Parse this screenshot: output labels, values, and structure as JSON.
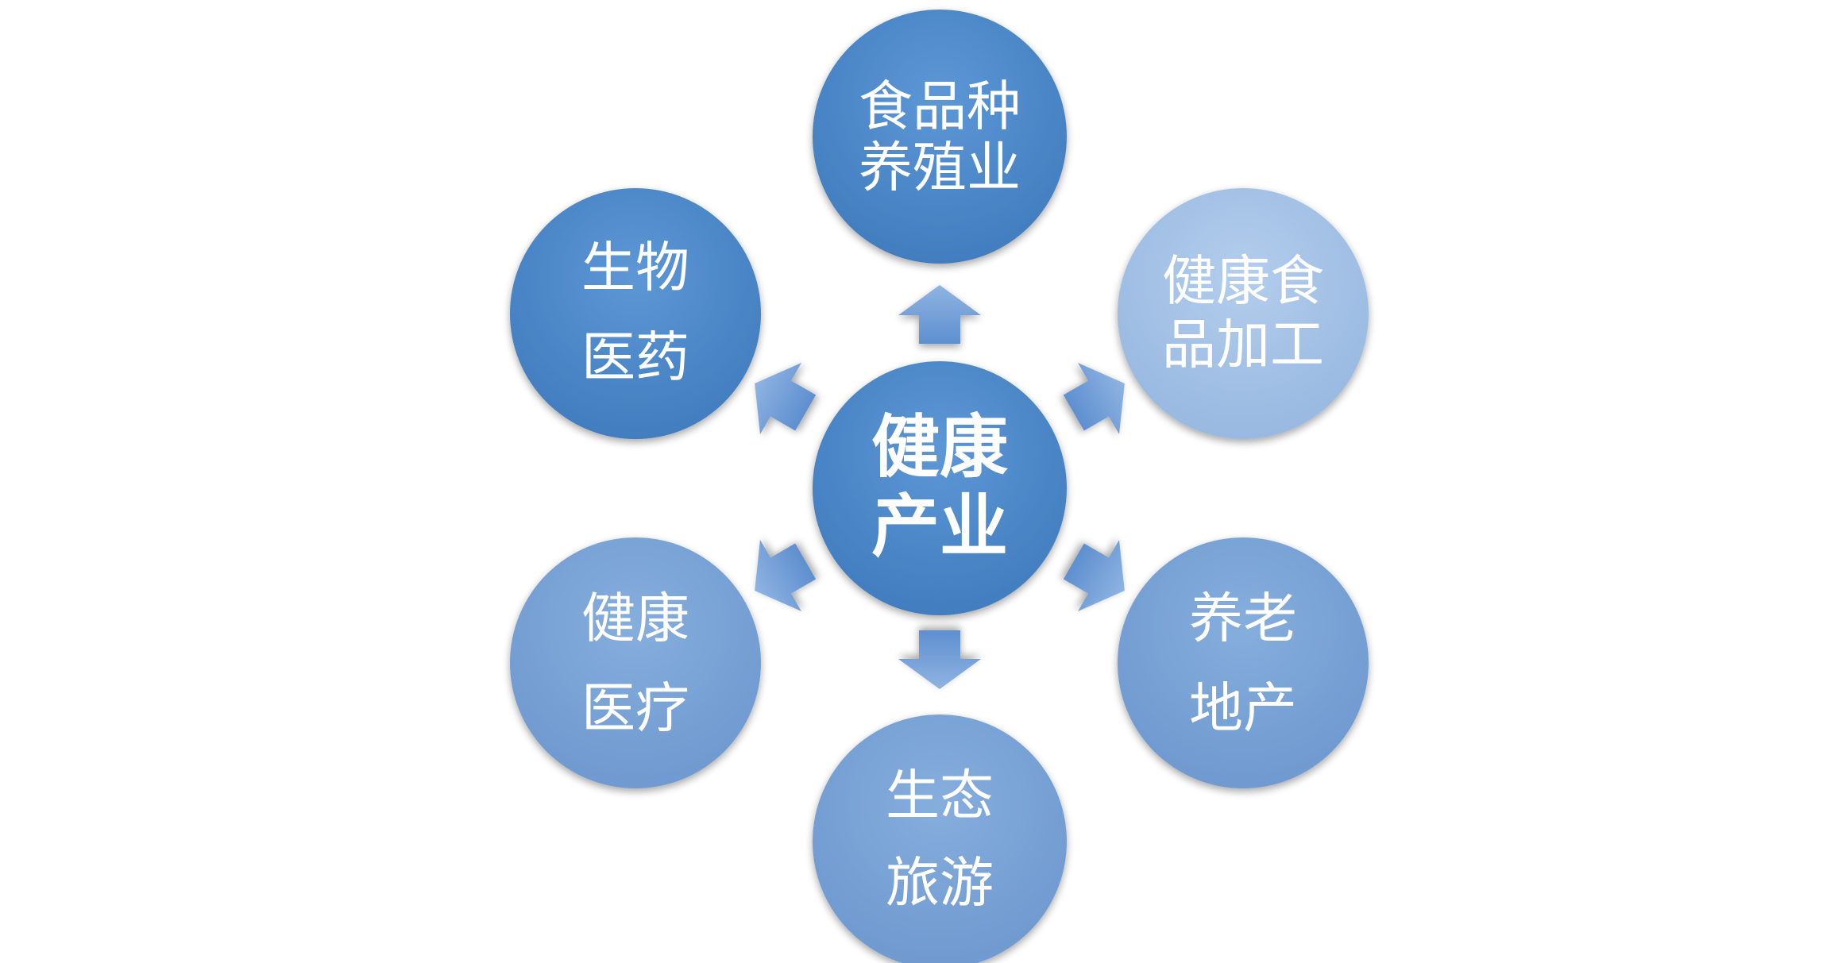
{
  "hub": {
    "lines": [
      "健康",
      "产业"
    ]
  },
  "nodes": [
    {
      "id": "food-farming",
      "lines": [
        "食品种",
        "养殖业"
      ]
    },
    {
      "id": "health-food-processing",
      "lines": [
        "健康食",
        "品加工"
      ]
    },
    {
      "id": "elderly-real-estate",
      "lines": [
        "养老",
        "地产"
      ]
    },
    {
      "id": "eco-tourism",
      "lines": [
        "生态",
        "旅游"
      ]
    },
    {
      "id": "health-medical",
      "lines": [
        "健康",
        "医疗"
      ]
    },
    {
      "id": "bio-pharma",
      "lines": [
        "生物",
        "医药"
      ]
    }
  ],
  "colors": {
    "dark_blue": "#4a86c4",
    "mid_blue": "#7aa4d6",
    "light_blue": "#a5c2e6",
    "arrow_blue": "#6b9bd6"
  }
}
